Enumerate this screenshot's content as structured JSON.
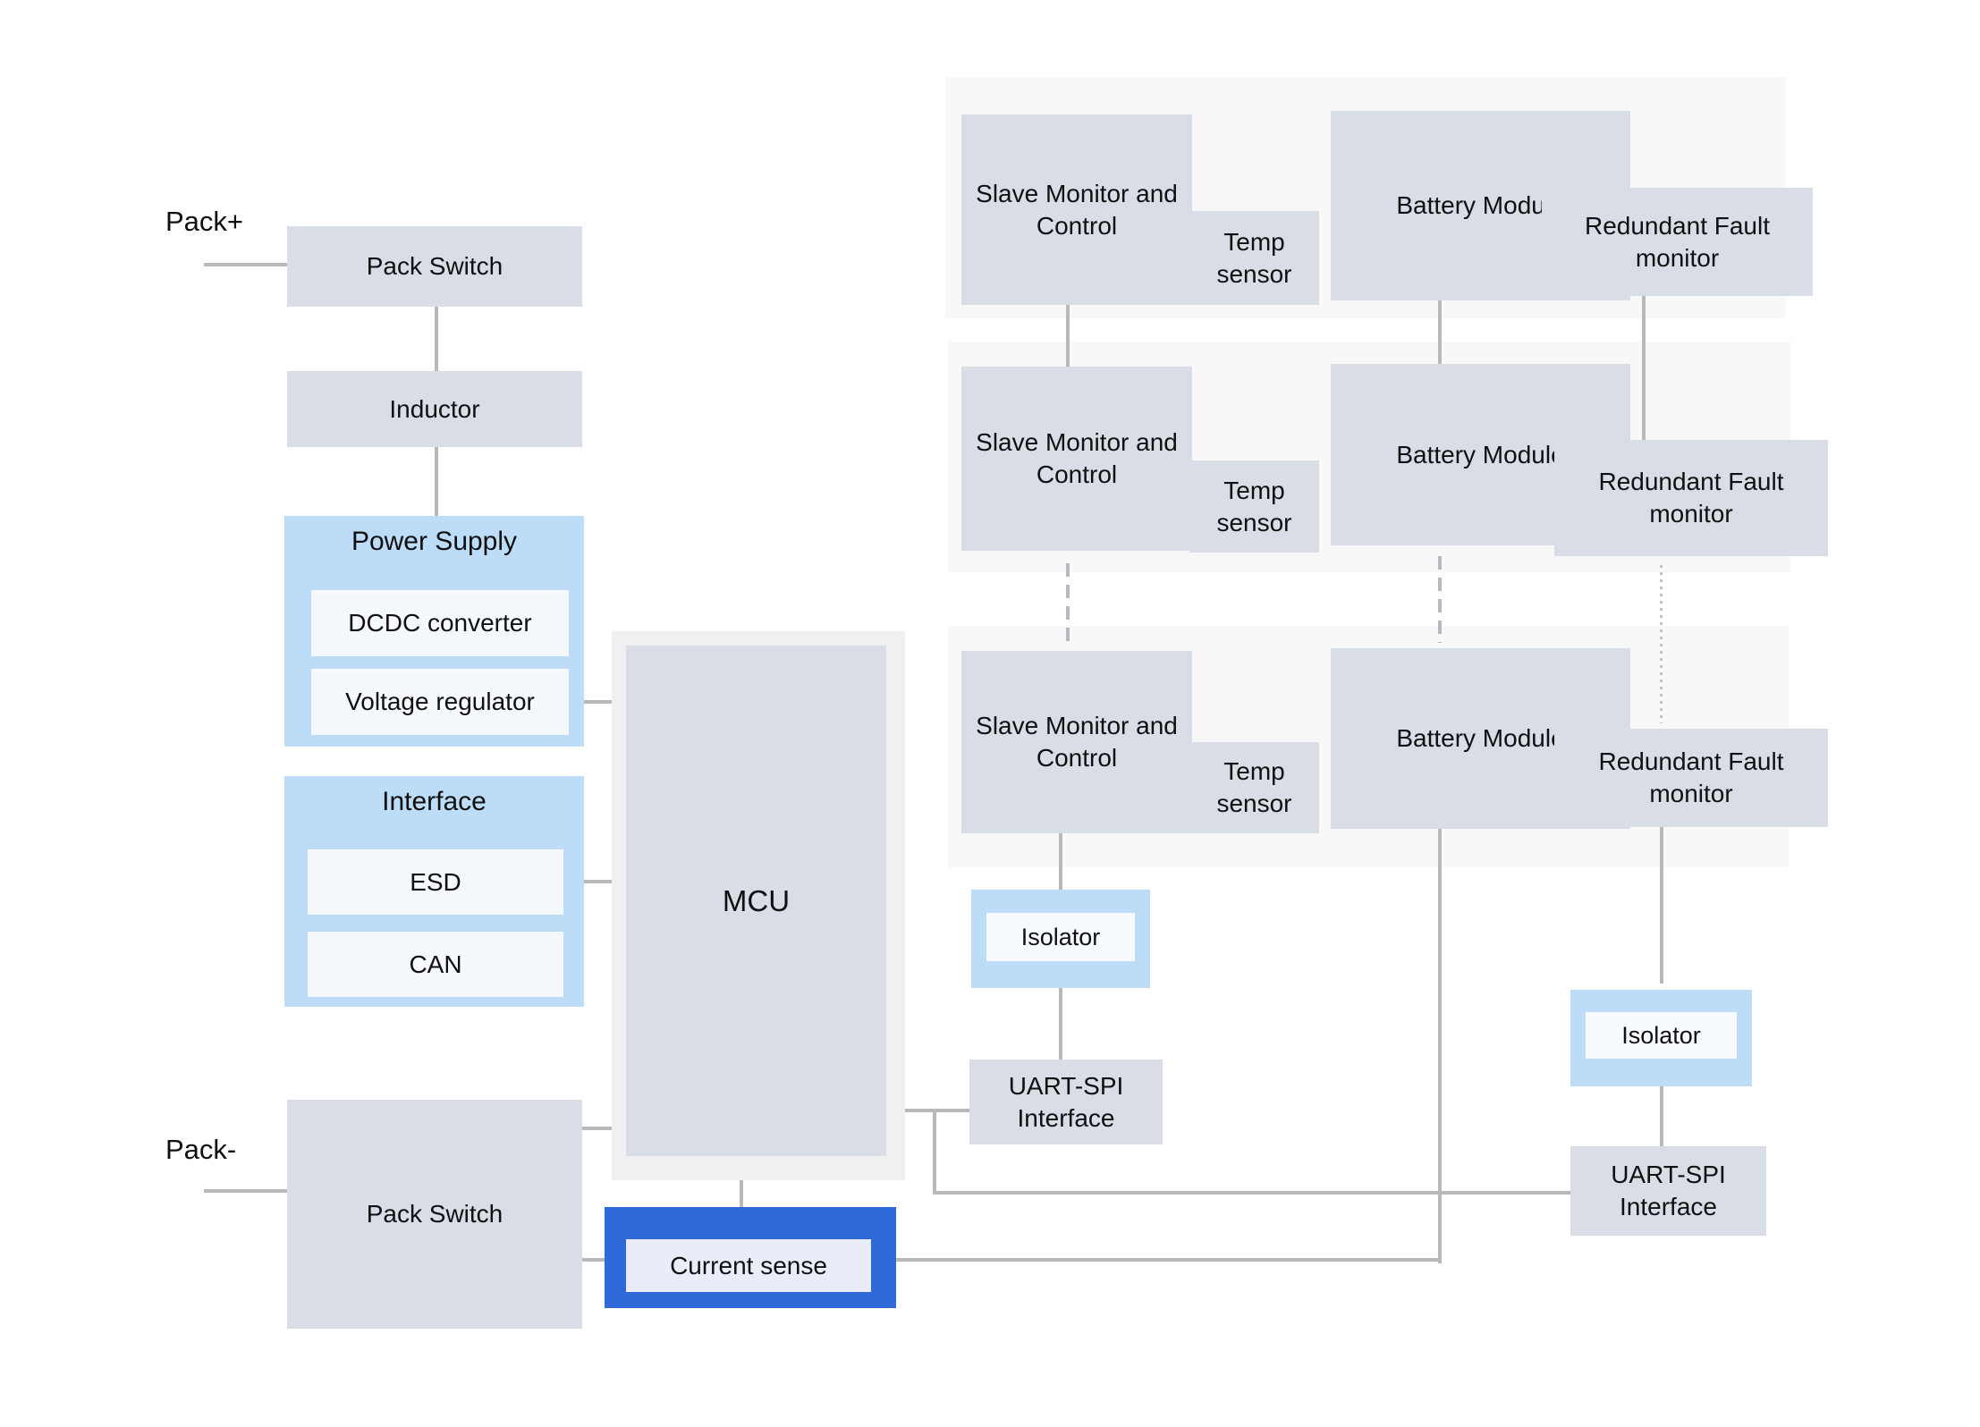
{
  "labels": {
    "pack_plus": "Pack+",
    "pack_minus": "Pack-"
  },
  "left": {
    "pack_switch_top": "Pack Switch",
    "inductor": "Inductor",
    "power_supply": {
      "title": "Power Supply",
      "dcdc": "DCDC converter",
      "voltage_regulator": "Voltage regulator"
    },
    "interface": {
      "title": "Interface",
      "esd": "ESD",
      "can": "CAN"
    },
    "pack_switch_bottom": "Pack Switch"
  },
  "center": {
    "mcu": "MCU",
    "current_sense": "Current sense"
  },
  "right": {
    "rows": [
      {
        "slave": "Slave Monitor and Control",
        "temp": "Temp sensor",
        "battery": "Battery Module",
        "redundant": "Redundant Fault monitor"
      },
      {
        "slave": "Slave Monitor and Control",
        "temp": "Temp sensor",
        "battery": "Battery Module",
        "redundant": "Redundant Fault monitor"
      },
      {
        "slave": "Slave Monitor and Control",
        "temp": "Temp sensor",
        "battery": "Battery Module",
        "redundant": "Redundant Fault monitor"
      }
    ],
    "left_chain": {
      "isolator": "Isolator",
      "uart_spi": "UART-SPI Interface"
    },
    "right_chain": {
      "isolator": "Isolator",
      "uart_spi": "UART-SPI Interface"
    }
  },
  "colors": {
    "box_gray": "#d9dde6",
    "group_blue": "#bcdcf8",
    "inner_light": "#f5f9fe",
    "isolator_inner": "#f7fbff",
    "accent_blue": "#2f6ad8",
    "current_sense_fill": "#e9edf9",
    "panel_bg": "#f8f8f9",
    "mcu_panel_bg": "#f0f0f2",
    "connector_gray": "#b9b9b9"
  }
}
